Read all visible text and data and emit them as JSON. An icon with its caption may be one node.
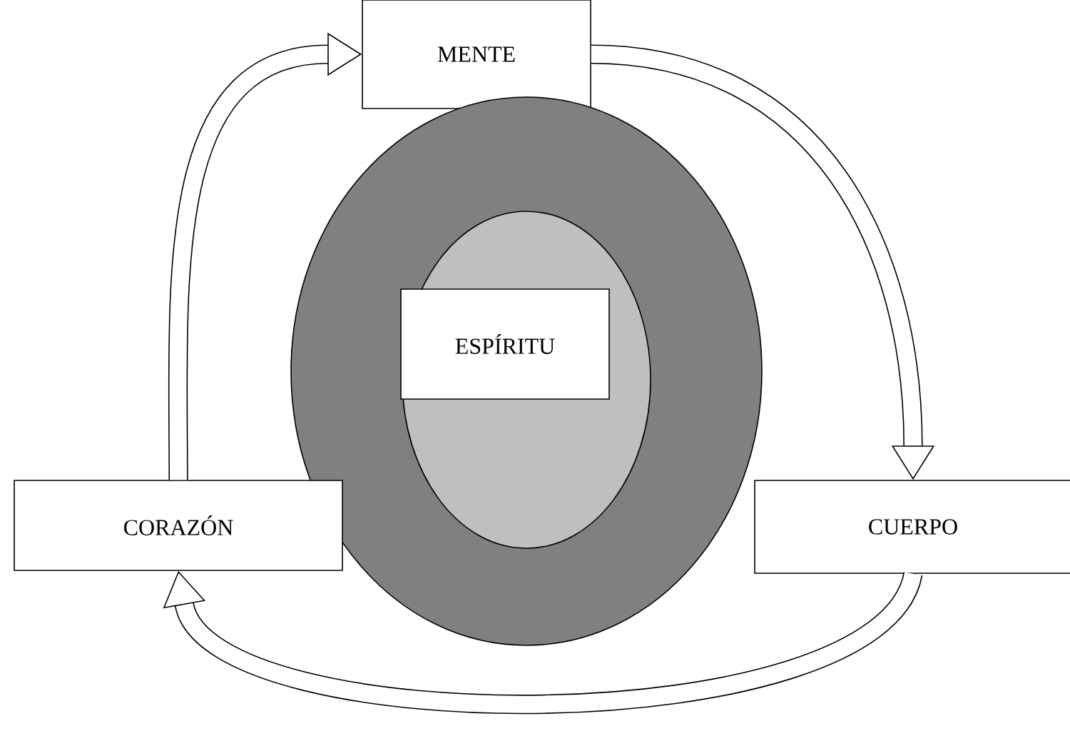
{
  "diagram": {
    "nodes": [
      {
        "text": [
          "MENTE"
        ]
      },
      {
        "text": [],
        "shape": "circle"
      },
      {
        "text": [],
        "shape": "circle",
        "in": 1
      },
      {
        "text": [
          "ESPÍRITU"
        ],
        "in": 2
      },
      {
        "text": [
          "CORAZÓN"
        ]
      },
      {
        "text": [
          "CUERPO"
        ]
      }
    ],
    "edges": [
      {
        "from": 0,
        "to": 5,
        "arrow": "to"
      },
      {
        "from": 5,
        "to": 4,
        "arrow": "to"
      },
      {
        "from": 4,
        "to": 0,
        "arrow": "to"
      }
    ]
  }
}
